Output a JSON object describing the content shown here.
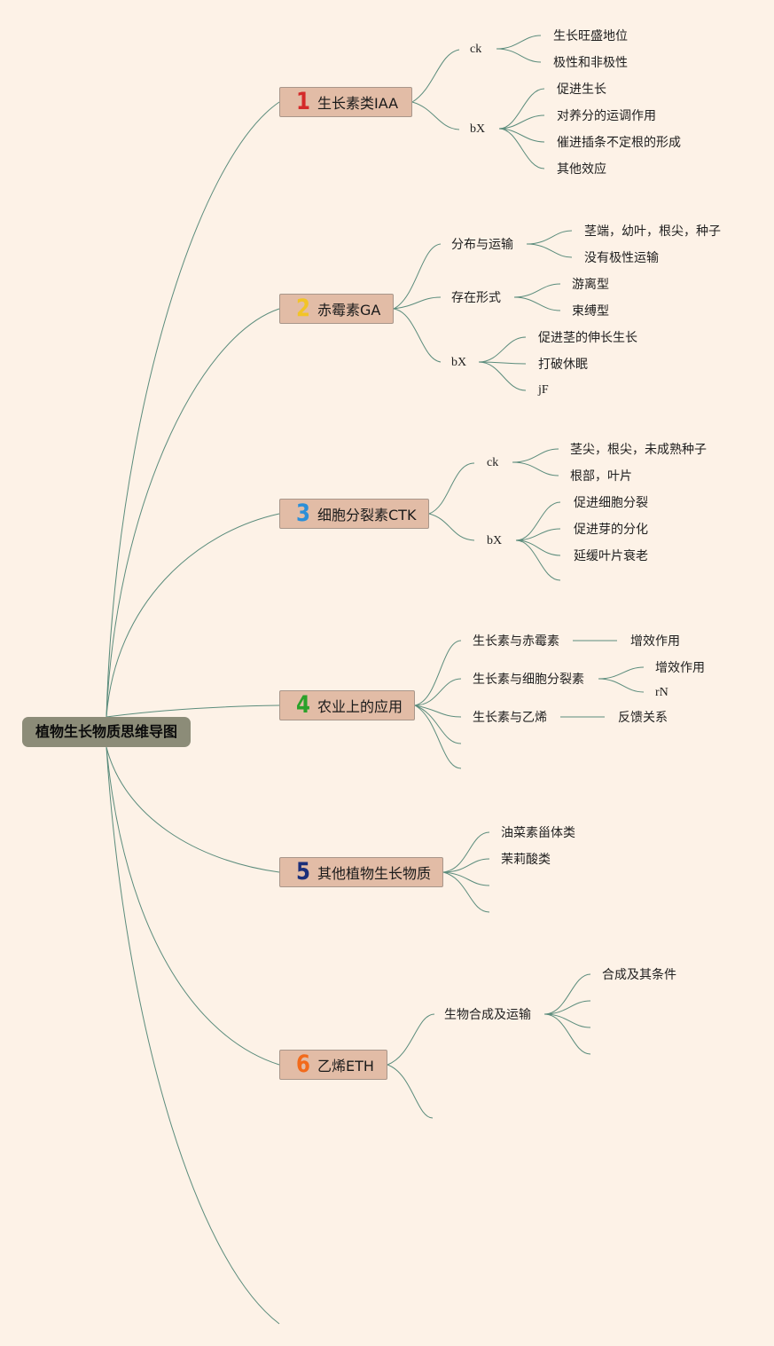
{
  "root": "植物生长物质思维导图",
  "branches": [
    {
      "num": "1",
      "title": "生长素类IAA",
      "children": [
        {
          "label": "ck",
          "children": [
            "生长旺盛地位",
            "极性和非极性"
          ]
        },
        {
          "label": "bX",
          "children": [
            "促进生长",
            "对养分的运调作用",
            "催进插条不定根的形成",
            "其他效应"
          ]
        }
      ]
    },
    {
      "num": "2",
      "title": "赤霉素GA",
      "children": [
        {
          "label": "分布与运输",
          "children": [
            "茎端，幼叶，根尖，种子",
            "没有极性运输"
          ]
        },
        {
          "label": "存在形式",
          "children": [
            "游离型",
            "束缚型"
          ]
        },
        {
          "label": "bX",
          "children": [
            "促进茎的伸长生长",
            "打破休眠",
            "jF"
          ]
        }
      ]
    },
    {
      "num": "3",
      "title": "细胞分裂素CTK",
      "children": [
        {
          "label": "ck",
          "children": [
            "茎尖，根尖，未成熟种子",
            "根部，叶片"
          ]
        },
        {
          "label": "bX",
          "children": [
            "促进细胞分裂",
            "促进芽的分化",
            "延缓叶片衰老"
          ]
        }
      ]
    },
    {
      "num": "4",
      "title": "农业上的应用",
      "children": [
        {
          "label": "生长素与赤霉素",
          "children": [
            "增效作用"
          ]
        },
        {
          "label": "生长素与细胞分裂素",
          "children": [
            "增效作用",
            "rN"
          ]
        },
        {
          "label": "生长素与乙烯",
          "children": [
            "反馈关系"
          ]
        }
      ]
    },
    {
      "num": "5",
      "title": "其他植物生长物质",
      "children": [
        {
          "label": "油菜素甾体类",
          "children": []
        },
        {
          "label": "茉莉酸类",
          "children": []
        }
      ]
    },
    {
      "num": "6",
      "title": "乙烯ETH",
      "children": [
        {
          "label": "生物合成及运输",
          "children": [
            "合成及其条件"
          ]
        }
      ]
    }
  ],
  "colors": {
    "background": "#fdf2e7",
    "root_fill": "#8c8c78",
    "branch_fill": "#e2bca6",
    "edge": "#5b8c7c",
    "num1": "#d42a2a",
    "num2": "#f2c428",
    "num3": "#2c8fd8",
    "num4": "#2aa12a",
    "num5": "#1b2f7a",
    "num6": "#f26a1b"
  }
}
